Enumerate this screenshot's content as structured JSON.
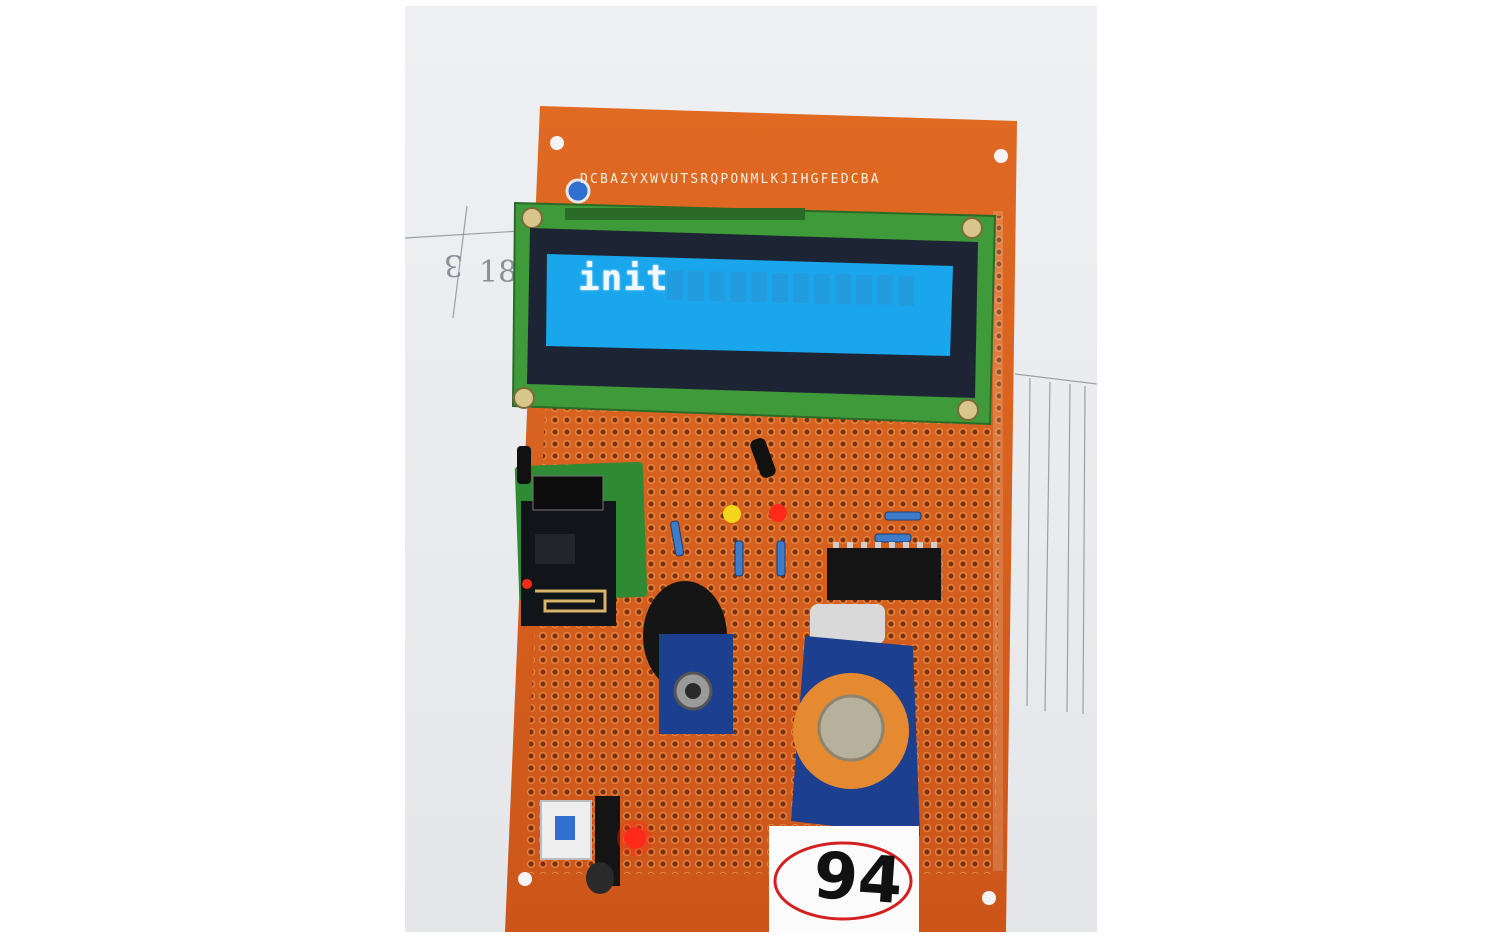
{
  "photo": {
    "subject": "perfboard-circuit",
    "lcd": {
      "line1": "init",
      "backlight_color": "#1aa6ec"
    },
    "silkscreen_letters": "DCBAZYXWVUTSRQPONMLKJIHGFEDCBA",
    "label_tag": "94",
    "colors": {
      "board": "#d8601e",
      "pcb_green": "#3e9a3a",
      "lcd_bezel": "#1d2535",
      "module_blue": "#1c3f8f",
      "sensor_orange": "#e58a30",
      "led_red": "#ff2a1a",
      "led_yellow": "#f3d51a"
    }
  }
}
